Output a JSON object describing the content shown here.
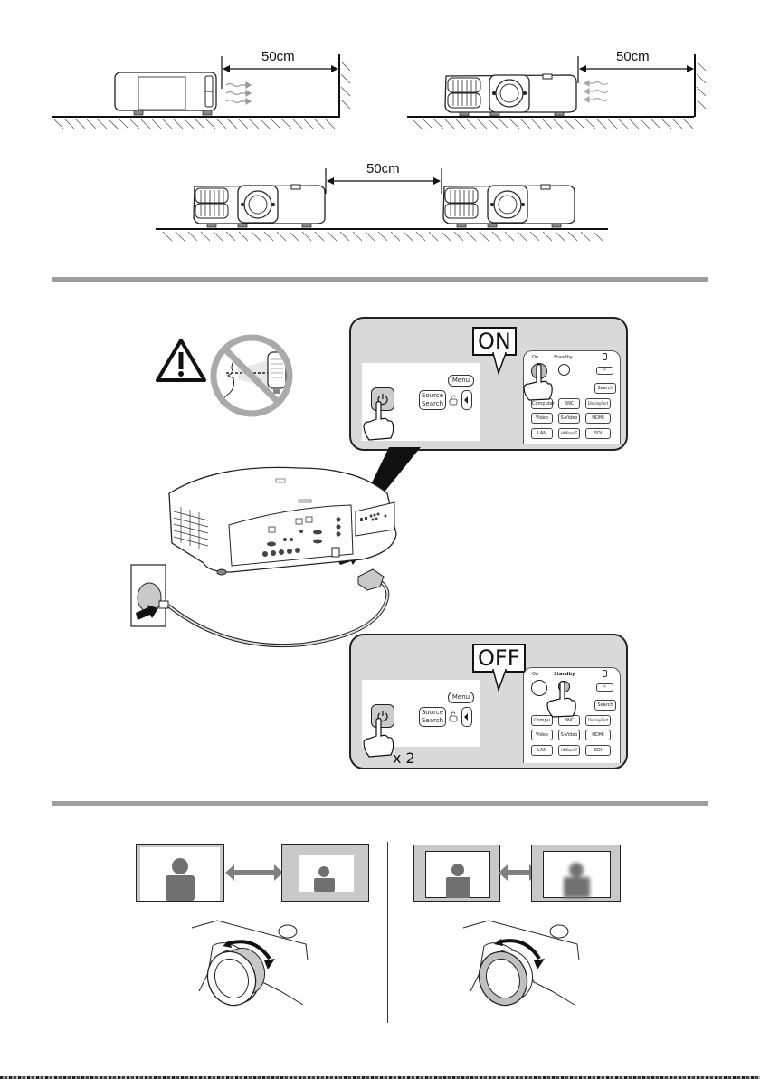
{
  "section_clearance": {
    "distance_label": "50cm",
    "diagrams": [
      {
        "name": "rear-exhaust-clearance",
        "distance": "50cm"
      },
      {
        "name": "side-exhaust-clearance",
        "distance": "50cm"
      },
      {
        "name": "projector-to-projector-clearance",
        "distance": "50cm"
      }
    ]
  },
  "section_power": {
    "on_panel": {
      "bubble_label": "ON",
      "control_buttons": {
        "menu": "Menu",
        "source_search_line1": "Source",
        "source_search_line2": "Search"
      },
      "remote": {
        "on_label": "On",
        "standby_label": "Standby",
        "buttons": [
          "Search",
          "Computer",
          "BNC",
          "DisplayPort",
          "Video",
          "S-Video",
          "HDMI",
          "LAN",
          "HDBaseT",
          "SDI"
        ]
      }
    },
    "off_panel": {
      "bubble_label": "OFF",
      "press_count": "x 2",
      "control_buttons": {
        "menu": "Menu",
        "source_search_line1": "Source",
        "source_search_line2": "Search"
      },
      "remote": {
        "on_label": "On",
        "standby_label": "Standby",
        "buttons": [
          "Search",
          "Compu",
          "BNC",
          "DisplayPort",
          "Video",
          "S-Video",
          "HDMI",
          "LAN",
          "HDBaseT",
          "SDI"
        ]
      }
    },
    "warning": "do-not-look-into-lens"
  },
  "section_adjust": {
    "left": {
      "name": "zoom-adjustment"
    },
    "right": {
      "name": "focus-adjustment"
    }
  },
  "colors": {
    "panel_gray": "#d9d9d9",
    "divider_gray": "#9e9e9e",
    "figure_gray": "#707070",
    "screen_gray": "#c9c9c9"
  }
}
